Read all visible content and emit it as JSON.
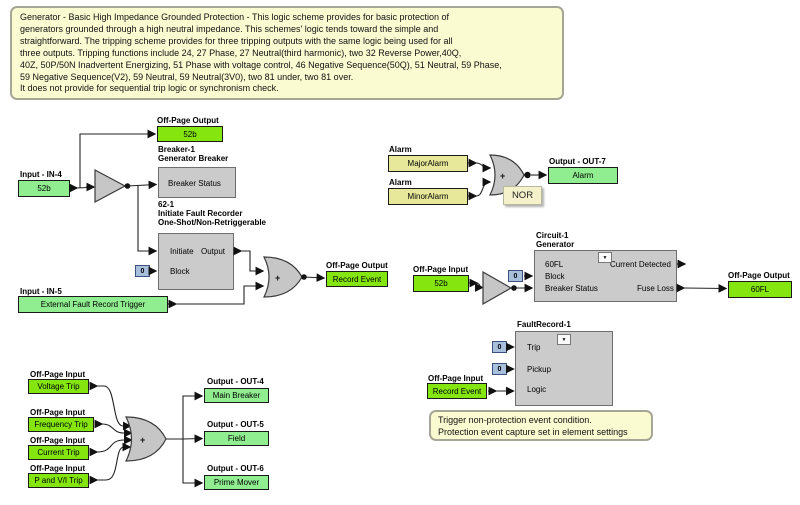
{
  "gates": {
    "or_symbol": "+",
    "nor_label": "NOR"
  },
  "icons": {
    "dropdown_glyph": "▼"
  },
  "notes": {
    "header": "Generator - Basic High Impedance Grounded Protection - This logic scheme provides for basic protection of\ngenerators grounded through a high neutral impedance. This schemes' logic tends toward the simple and\nstraightforward. The tripping scheme provides for three tripping outputs with the same logic being used for all\nthree outputs. Tripping functions include 24, 27 Phase, 27 Neutral(third harmonic), two 32 Reverse Power,40Q,\n40Z, 50P/50N Inadvertent Energizing, 51 Phase with voltage control, 46 Negative Sequence(50Q), 51 Neutral, 59 Phase,\n59 Negative Sequence(V2), 59 Neutral, 59 Neutral(3V0), two 81 under, two 81 over.\nIt does not provide for sequential trip logic or synchronism check.",
    "fault_capture": "Trigger non-protection event condition.\nProtection event capture set in element settings"
  },
  "breaker_section": {
    "offpage_out_52b": {
      "label": "Off-Page Output",
      "value": "52b"
    },
    "input_in4": {
      "label": "Input - IN-4",
      "value": "52b"
    },
    "breaker_block": {
      "name": "Breaker-1",
      "desc": "Generator Breaker",
      "port_breaker_status": "Breaker Status"
    },
    "timer_block": {
      "name": "62-1",
      "desc1": "Initiate Fault Recorder",
      "desc2": "One-Shot/Non-Retriggerable",
      "port_initiate": "Initiate",
      "port_output": "Output",
      "port_block": "Block",
      "const_block": "0"
    },
    "input_in5": {
      "label": "Input - IN-5",
      "value": "External Fault Record Trigger"
    },
    "offpage_out_record": {
      "label": "Off-Page Output",
      "value": "Record Event"
    }
  },
  "alarm_section": {
    "major": {
      "label": "Alarm",
      "value": "MajorAlarm"
    },
    "minor": {
      "label": "Alarm",
      "value": "MinorAlarm"
    },
    "output_out7": {
      "label": "Output - OUT-7",
      "value": "Alarm"
    }
  },
  "circuit_section": {
    "offpage_in_52b": {
      "label": "Off-Page Input",
      "value": "52b"
    },
    "circuit_block": {
      "name": "Circuit-1",
      "desc": "Generator",
      "port_60fl": "60FL",
      "port_block": "Block",
      "port_breaker_status": "Breaker Status",
      "port_current_detected": "Current Detected",
      "port_fuse_loss": "Fuse Loss",
      "const_block": "0"
    },
    "offpage_out_60fl": {
      "label": "Off-Page Output",
      "value": "60FL"
    }
  },
  "fault_record_section": {
    "block": {
      "name": "FaultRecord-1",
      "port_trip": "Trip",
      "port_pickup": "Pickup",
      "port_logic": "Logic",
      "const_trip": "0",
      "const_pickup": "0"
    },
    "offpage_in_record": {
      "label": "Off-Page Input",
      "value": "Record Event"
    }
  },
  "trip_section": {
    "inputs": [
      {
        "label": "Off-Page Input",
        "value": "Voltage Trip"
      },
      {
        "label": "Off-Page Input",
        "value": "Frequency Trip"
      },
      {
        "label": "Off-Page Input",
        "value": "Current Trip"
      },
      {
        "label": "Off-Page Input",
        "value": "P and V/I Trip"
      }
    ],
    "outputs": [
      {
        "label": "Output - OUT-4",
        "value": "Main Breaker"
      },
      {
        "label": "Output - OUT-5",
        "value": "Field"
      },
      {
        "label": "Output - OUT-6",
        "value": "Prime Mover"
      }
    ]
  }
}
